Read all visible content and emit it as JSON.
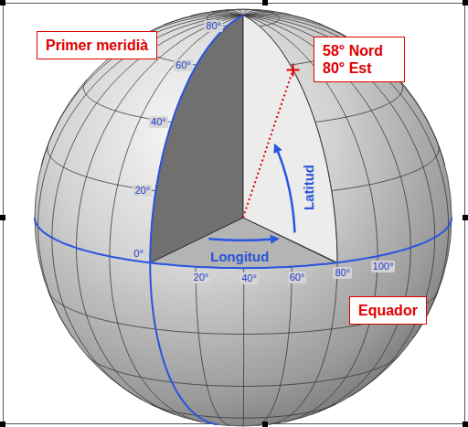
{
  "diagram": {
    "nodes": [
      {
        "text": [
          "Primer meridià"
        ]
      },
      {
        "text": [
          "58° Nord 80° Est"
        ]
      },
      {
        "text": [
          "Equador"
        ]
      }
    ],
    "labels": [
      "80°",
      "60°",
      "40°",
      "20°",
      "Latitud",
      "Longitud",
      "0°",
      "20°",
      "40°",
      "60°",
      "80°",
      "100°"
    ]
  }
}
